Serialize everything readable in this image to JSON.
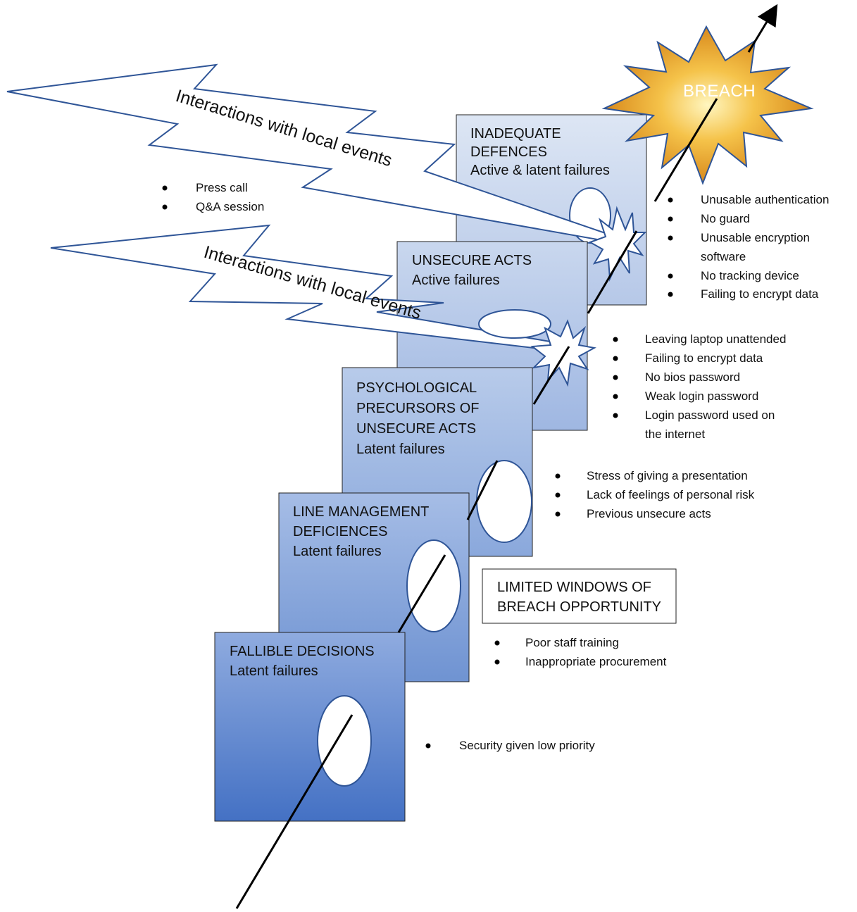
{
  "bolts": [
    {
      "label": "Interactions with local events",
      "bullets": [
        "Press call",
        "Q&A session"
      ]
    },
    {
      "label": "Interactions with local events",
      "bullets": []
    }
  ],
  "breach": "BREACH",
  "slices": [
    {
      "title": "INADEQUATE",
      "title2": "DEFENCES",
      "title3": "Active & latent failures",
      "bullets": [
        "Unusable authentication",
        "No guard",
        "Unusable encryption",
        "software",
        "No tracking device",
        "Failing to encrypt data"
      ]
    },
    {
      "title": "UNSECURE ACTS",
      "title2": "Active failures",
      "bullets": [
        "Leaving laptop unattended",
        "Failing to encrypt data",
        "No bios password",
        "Weak login password",
        "Login password used on",
        "the internet"
      ]
    },
    {
      "title": "PSYCHOLOGICAL",
      "title2": "PRECURSORS OF",
      "title3": "UNSECURE ACTS",
      "title4": "Latent failures",
      "bullets": [
        "Stress of giving a presentation",
        "Lack of feelings of personal risk",
        "Previous unsecure acts"
      ]
    },
    {
      "title": "LINE MANAGEMENT",
      "title2": "DEFICIENCES",
      "title3": "Latent failures",
      "bullets": [
        "Poor staff training",
        "Inappropriate procurement"
      ]
    },
    {
      "title": "FALLIBLE DECISIONS",
      "title2": "Latent failures",
      "bullets": [
        "Security given low priority"
      ]
    }
  ],
  "windows_box": {
    "line1": "LIMITED WINDOWS OF",
    "line2": "BREACH OPPORTUNITY"
  }
}
